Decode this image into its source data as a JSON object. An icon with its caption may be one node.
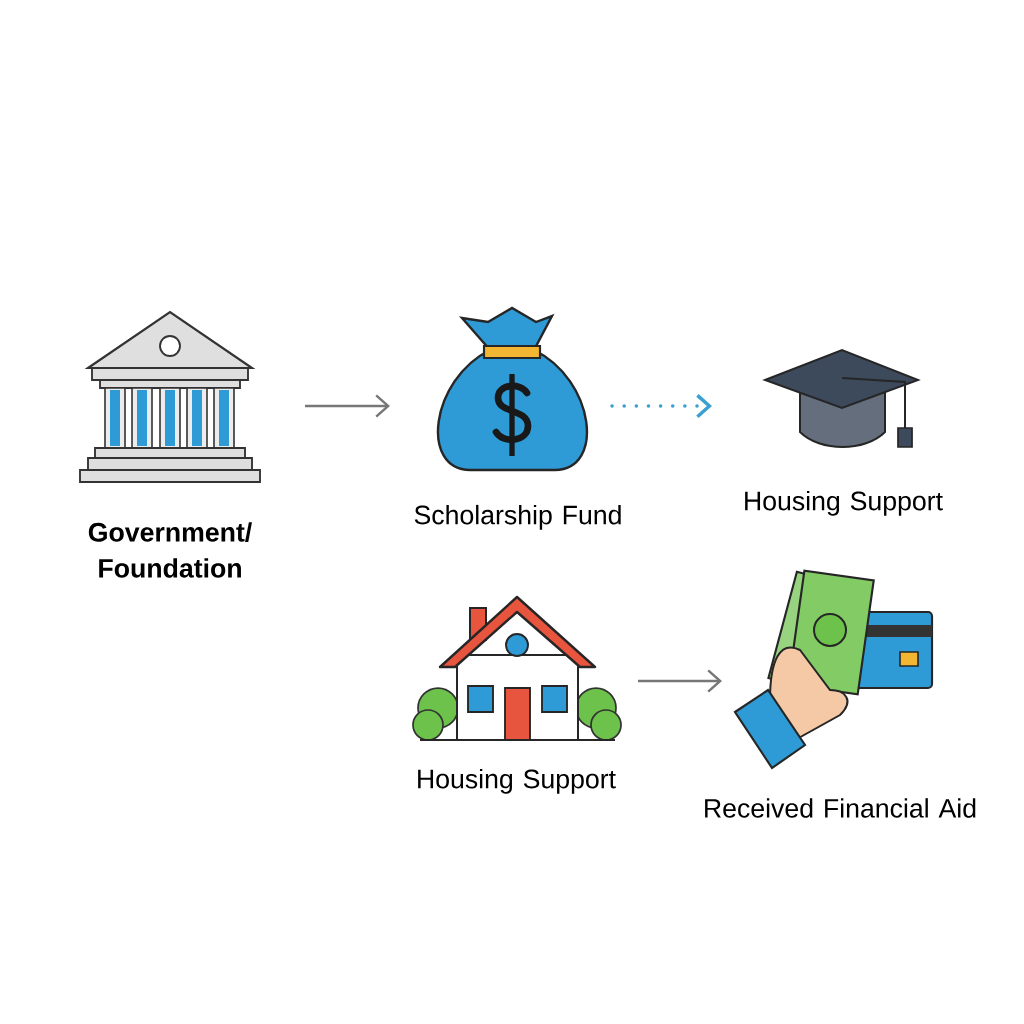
{
  "diagram": {
    "nodes": [
      {
        "text": [
          "Government/ Foundation"
        ]
      },
      {
        "text": [
          "Scholarship Fund"
        ]
      },
      {
        "text": [
          "Housing Support"
        ]
      },
      {
        "text": [
          "Housing Support"
        ]
      },
      {
        "text": [
          "Received Financial Aid"
        ]
      }
    ],
    "edges": [
      {
        "from": 0,
        "to": 1,
        "arrow": "to"
      },
      {
        "from": 1,
        "to": 2,
        "arrow": "to",
        "style": "dashed",
        "color": "#3aa0d0"
      },
      {
        "from": 3,
        "to": 4,
        "arrow": "to"
      }
    ]
  }
}
